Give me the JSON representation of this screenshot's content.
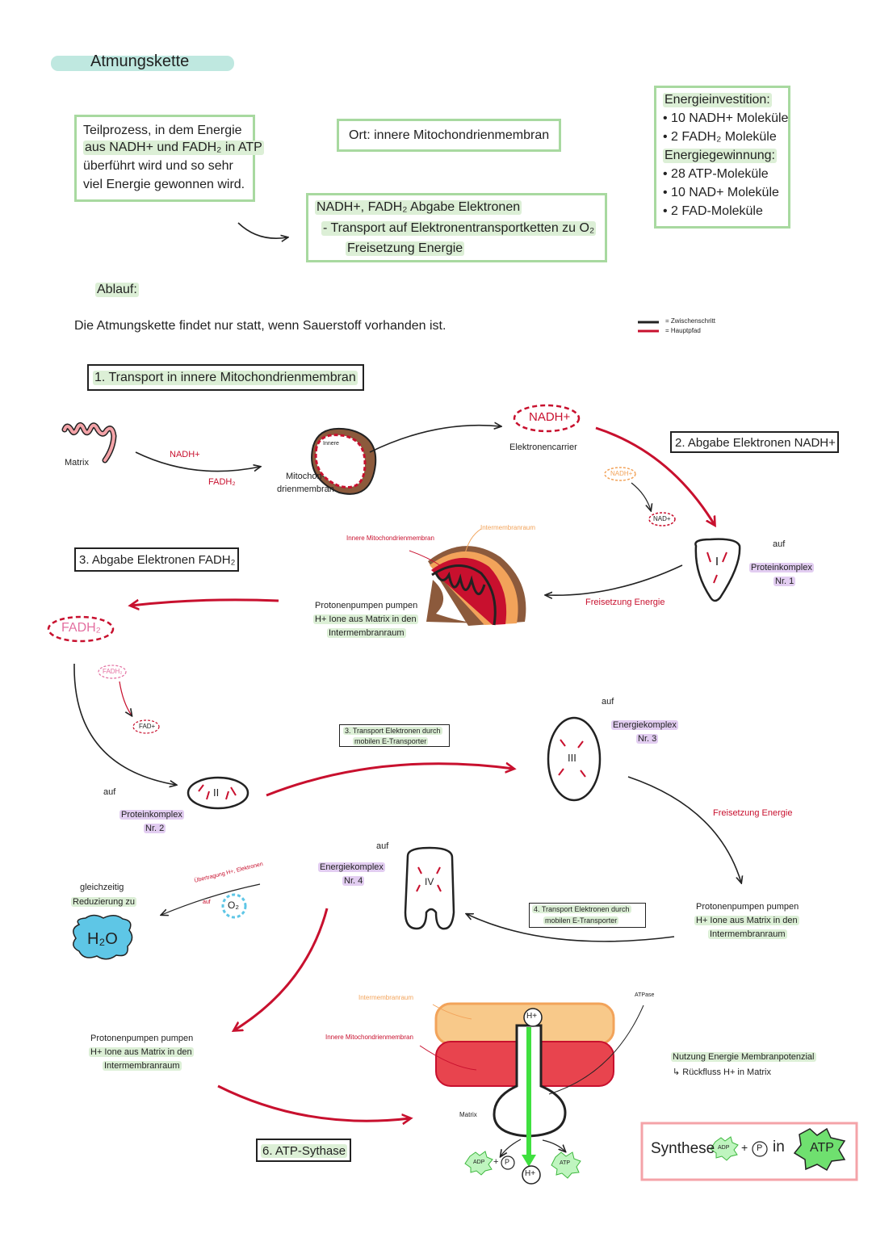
{
  "title": "Atmungskette",
  "definition": {
    "line1": "Teilprozess, in dem Energie",
    "line2": "aus NADH+ und FADH₂ in ATP",
    "line3": "überführt wird und so sehr",
    "line4": "viel Energie gewonnen wird."
  },
  "location": "Ort:  innere Mitochondrienmembran",
  "summary": {
    "line1": "NADH+, FADH₂ Abgabe Elektronen",
    "line2": "- Transport auf Elektronentransportketten zu O₂",
    "line3": "Freisetzung Energie"
  },
  "energy_box": {
    "investment_heading": "Energieinvestition:",
    "investment_items": [
      "• 10 NADH+ Moleküle",
      "• 2 FADH₂ Moleküle"
    ],
    "gain_heading": "Energiegewinnung:",
    "gain_items": [
      "• 28 ATP-Moleküle",
      "• 10 NAD+ Moleküle",
      "• 2 FAD-Moleküle"
    ]
  },
  "ablauf_label": "Ablauf:",
  "oxygen_note": "Die Atmungskette findet nur statt, wenn Sauerstoff vorhanden ist.",
  "legend": {
    "zwischenschritt": "= Zwischenschritt",
    "hauptpfad": "= Hauptpfad"
  },
  "step1": {
    "heading": "1. Transport in innere Mitochondrienmembran",
    "matrix": "Matrix",
    "nadh": "NADH+",
    "fadh": "FADH₂",
    "innere": "Innere",
    "membrane_line1": "Mitochon-",
    "membrane_line2": "drienmembran",
    "carrier_badge": "NADH+",
    "carrier_label": "Elektronencarrier"
  },
  "step2": {
    "heading": "2. Abgabe Elektronen NADH+",
    "nadh_small": "NADH+",
    "nad_small": "NAD+",
    "auf": "auf",
    "complex_line1": "Proteinkomplex",
    "complex_line2": "Nr. 1",
    "release": "Freisetzung Energie",
    "intermembrane_label": "Intermembranraum",
    "inner_membrane_label": "Innere Mitochondrienmembran",
    "pumps_line1": "Protonenpumpen pumpen",
    "pumps_line2": "H+ Ione aus Matrix in den",
    "pumps_line3": "Intermembranraum"
  },
  "step3": {
    "heading": "3. Abgabe Elektronen FADH₂",
    "fadh_badge": "FADH₂",
    "fadh_small": "FADH₂",
    "fad_small": "FAD+",
    "auf": "auf",
    "complex_line1": "Proteinkomplex",
    "complex_line2": "Nr. 2",
    "complex_numeral": "II",
    "transport_line1": "3. Transport Elektronen durch",
    "transport_line2": "mobilen E-Transporter",
    "complex3_auf": "auf",
    "complex3_line1": "Energiekomplex",
    "complex3_line2": "Nr. 3",
    "complex3_numeral": "III",
    "release": "Freisetzung Energie"
  },
  "step4": {
    "pumps_line1": "Protonenpumpen pumpen",
    "pumps_line2": "H+ Ione aus Matrix in den",
    "pumps_line3": "Intermembranraum",
    "transport_line1": "4. Transport Elektronen durch",
    "transport_line2": "mobilen E-Transporter",
    "auf": "auf",
    "complex_line1": "Energiekomplex",
    "complex_line2": "Nr. 4",
    "complex_numeral": "IV",
    "transfer_label": "Übertragung H+, Elektronen",
    "transfer_auf": "auf",
    "o2": "O₂",
    "simultaneous_line1": "gleichzeitig",
    "simultaneous_line2": "Reduzierung zu",
    "h2o": "H₂O"
  },
  "step5": {
    "pumps_line1": "Protonenpumpen pumpen",
    "pumps_line2": "H+ Ione aus Matrix in den",
    "pumps_line3": "Intermembranraum"
  },
  "step6": {
    "heading": "6. ATP-Sythase",
    "intermembrane_label": "Intermembranraum",
    "inner_membrane_label": "Innere Mitochondrienmembran",
    "atpase_label": "ATPase",
    "matrix_label": "Matrix",
    "h_top": "H+",
    "h_bottom": "H+",
    "adp": "ADP",
    "plus": "+",
    "p": "P",
    "atp": "ATP",
    "usage_line1": "Nutzung Energie Membranpotenzial",
    "usage_line2": "↳ Rückfluss H+ in Matrix",
    "synthesis_word": "Synthese",
    "synthesis_adp": "ADP",
    "synthesis_plus": "+",
    "synthesis_p": "P",
    "synthesis_in": "in",
    "synthesis_atp": "ATP"
  },
  "colors": {
    "main_path": "#c8102e",
    "green_box": "#a8d9a0",
    "green_highlight": "#dcefd6",
    "purple_highlight": "#e2cdf1",
    "teal_title": "#bfe8e0",
    "orange": "#f2a35a",
    "red_membrane": "#e8444e",
    "proton_green": "#3fe03f",
    "h2o_blue": "#5ec6e6",
    "pink_box": "#f4a3a8"
  }
}
